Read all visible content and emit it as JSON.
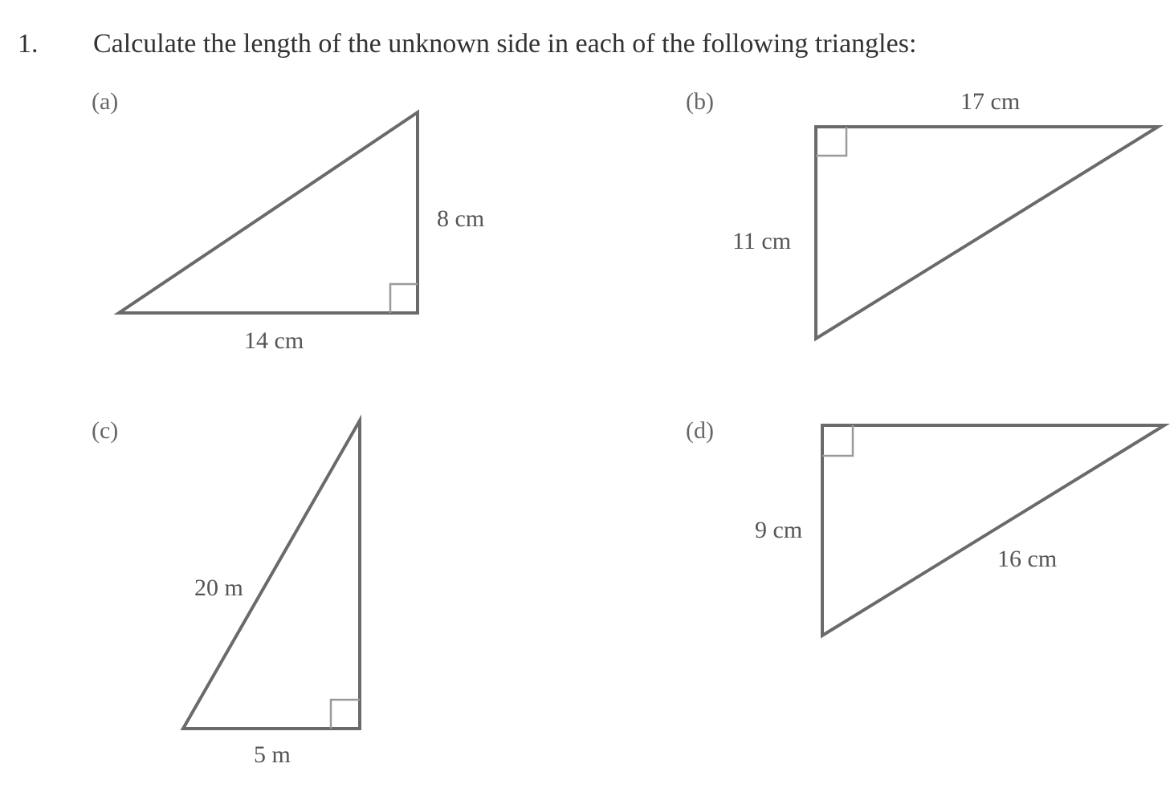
{
  "question": {
    "number": "1.",
    "text": "Calculate the length of the unknown side in each of the following triangles:"
  },
  "triangles": [
    {
      "part": "(a)",
      "labels": [
        "8 cm",
        "14 cm"
      ]
    },
    {
      "part": "(b)",
      "labels": [
        "17 cm",
        "11 cm"
      ]
    },
    {
      "part": "(c)",
      "labels": [
        "20 m",
        "5 m"
      ]
    },
    {
      "part": "(d)",
      "labels": [
        "9 cm",
        "16 cm"
      ]
    }
  ]
}
